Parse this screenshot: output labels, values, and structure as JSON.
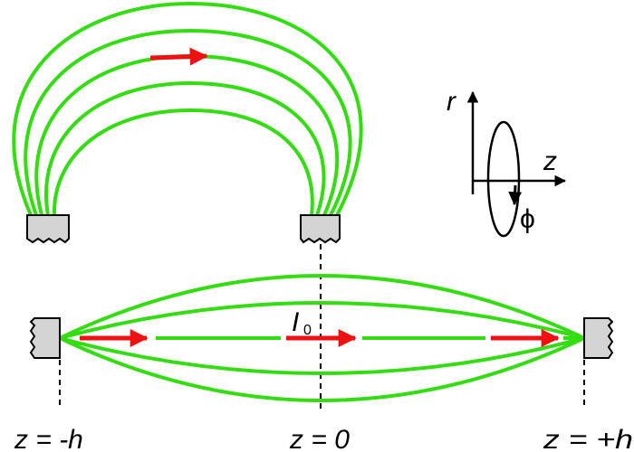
{
  "diagram": {
    "colors": {
      "field_line": "#33dd11",
      "current_arrow": "#ee1111",
      "electrode_fill": "#d4d4d4",
      "ink": "#000000"
    },
    "labels": {
      "z_minus_h": "z = -h",
      "z_zero": "z = 0",
      "z_plus_h": "z = +h",
      "current": "I",
      "current_subscript": "0",
      "axis_r": "r",
      "axis_z": "z",
      "axis_phi": "ϕ"
    }
  }
}
